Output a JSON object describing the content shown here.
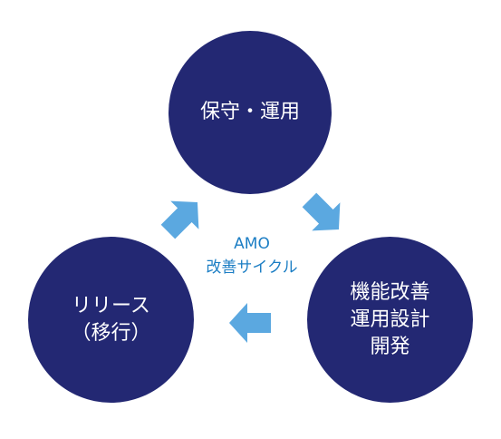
{
  "colors": {
    "node_fill": "#232873",
    "node_text": "#ffffff",
    "arrow_fill": "#5ba8e0",
    "center_text": "#1c7ec4"
  },
  "nodes": {
    "top": "保守・運用",
    "right": "機能改善\n運用設計\n開発",
    "left": "リリース\n（移行）"
  },
  "center": {
    "line1": "AMO",
    "line2": "改善サイクル"
  },
  "arrows": [
    {
      "name": "top-to-right",
      "direction": "down-right"
    },
    {
      "name": "right-to-left",
      "direction": "left"
    },
    {
      "name": "left-to-top",
      "direction": "up-right"
    }
  ]
}
